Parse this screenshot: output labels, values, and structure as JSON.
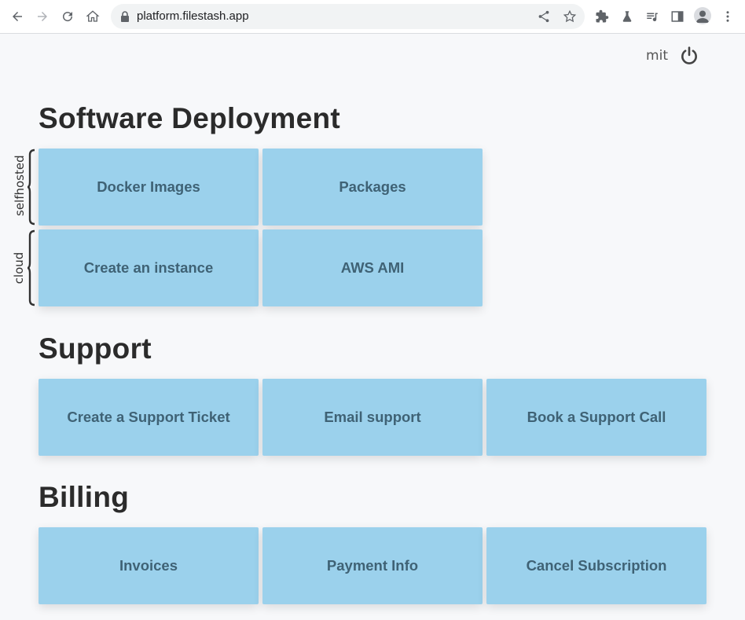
{
  "browser": {
    "url": "platform.filestash.app"
  },
  "header": {
    "username": "mit"
  },
  "sections": {
    "deployment": {
      "title": "Software Deployment",
      "groups": {
        "selfhosted": {
          "label": "selfhosted",
          "items": [
            "Docker Images",
            "Packages"
          ]
        },
        "cloud": {
          "label": "cloud",
          "items": [
            "Create an instance",
            "AWS AMI"
          ]
        }
      }
    },
    "support": {
      "title": "Support",
      "items": [
        "Create a Support Ticket",
        "Email support",
        "Book a Support Call"
      ]
    },
    "billing": {
      "title": "Billing",
      "items": [
        "Invoices",
        "Payment Info",
        "Cancel Subscription"
      ]
    }
  },
  "colors": {
    "card_bg": "#9bd1ec",
    "card_text": "#3f6275",
    "page_bg": "#f7f8fa"
  }
}
